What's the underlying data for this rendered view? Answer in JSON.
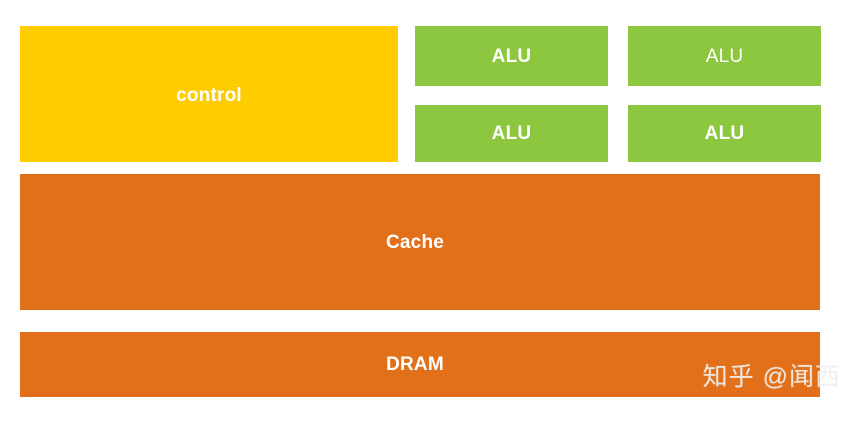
{
  "diagram": {
    "title": "CPU architecture block diagram",
    "background_color": "#ffffff",
    "blocks": {
      "control": {
        "label": "control",
        "color": "#ffcc00"
      },
      "alus": [
        {
          "label": "ALU",
          "color": "#8dc63f",
          "weight": "bold"
        },
        {
          "label": "ALU",
          "color": "#8dc63f",
          "weight": "normal"
        },
        {
          "label": "ALU",
          "color": "#8dc63f",
          "weight": "bold"
        },
        {
          "label": "ALU",
          "color": "#8dc63f",
          "weight": "bold"
        }
      ],
      "cache": {
        "label": "Cache",
        "color": "#e2701a"
      },
      "dram": {
        "label": "DRAM",
        "color": "#e2701a"
      }
    },
    "watermark": {
      "text": "知乎 @闻西",
      "color": "#f0f0f0"
    }
  }
}
